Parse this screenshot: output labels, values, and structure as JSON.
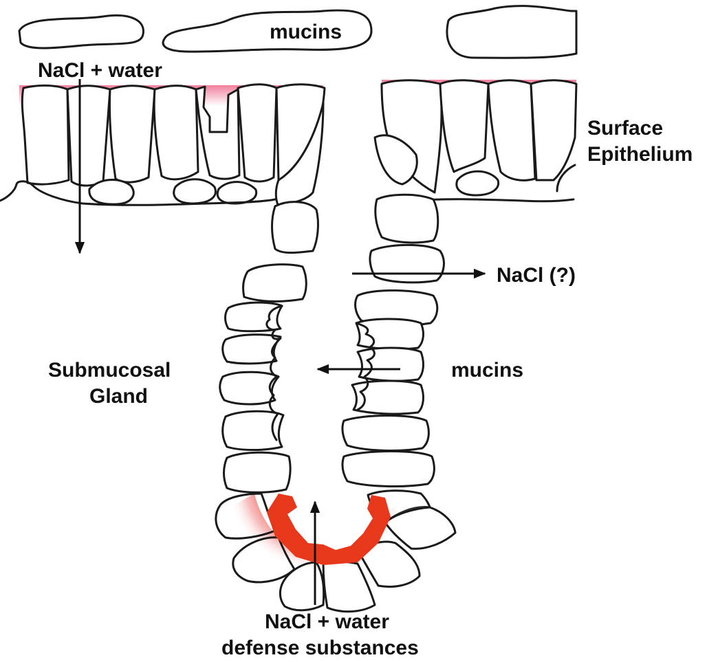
{
  "labels": {
    "mucins_top": "mucins",
    "nacl_water_top": "NaCl + water",
    "surface_line1": "Surface",
    "surface_line2": "Epithelium",
    "nacl_question": "NaCl (?)",
    "gland_line1": "Submucosal",
    "gland_line2": "Gland",
    "mucins_right": "mucins",
    "bottom_line1": "NaCl + water",
    "bottom_line2": "defense substances"
  },
  "colors": {
    "apical_pink": "#f07896",
    "secretory_red": "#e8381c",
    "outline": "#1a1a1a"
  }
}
